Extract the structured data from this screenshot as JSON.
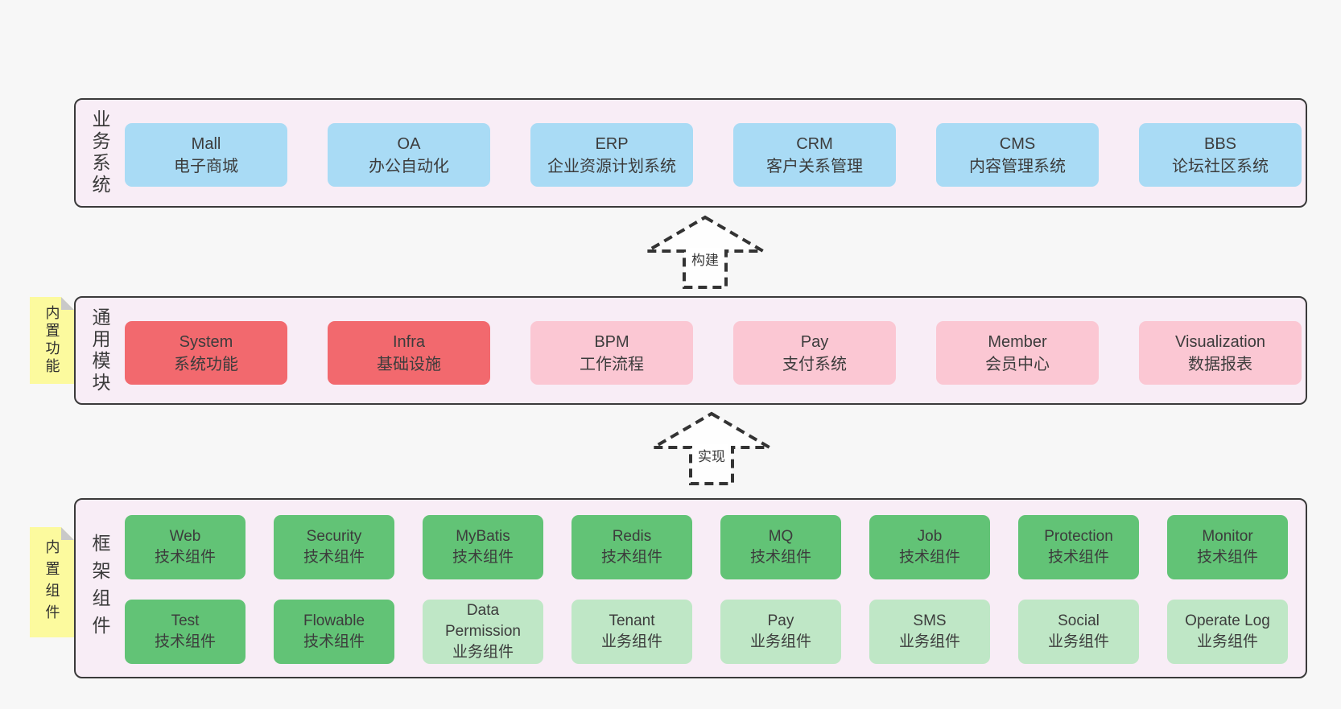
{
  "colors": {
    "page_background": "#f7f7f7",
    "panel_background": "#f8edf6",
    "panel_border": "#3a3a3a",
    "business_box": "#a9dbf5",
    "core_module_box": "#f2696e",
    "optional_module_box": "#fbc7d3",
    "tech_component_box": "#62c376",
    "biz_component_box": "#bfe7c6",
    "sticky_note": "#fcfa9e",
    "sticky_note_fold": "#c9c9c9"
  },
  "arrows": [
    {
      "label": "构建"
    },
    {
      "label": "实现"
    }
  ],
  "sections": [
    {
      "label": "业务系统",
      "boxes": [
        {
          "title": "Mall",
          "subtitle": "电子商城",
          "variant": "blue"
        },
        {
          "title": "OA",
          "subtitle": "办公自动化",
          "variant": "blue"
        },
        {
          "title": "ERP",
          "subtitle": "企业资源计划系统",
          "variant": "blue"
        },
        {
          "title": "CRM",
          "subtitle": "客户关系管理",
          "variant": "blue"
        },
        {
          "title": "CMS",
          "subtitle": "内容管理系统",
          "variant": "blue"
        },
        {
          "title": "BBS",
          "subtitle": "论坛社区系统",
          "variant": "blue"
        }
      ]
    },
    {
      "label": "通用模块",
      "note": "内置功能",
      "boxes": [
        {
          "title": "System",
          "subtitle": "系统功能",
          "variant": "red"
        },
        {
          "title": "Infra",
          "subtitle": "基础设施",
          "variant": "red"
        },
        {
          "title": "BPM",
          "subtitle": "工作流程",
          "variant": "pink"
        },
        {
          "title": "Pay",
          "subtitle": "支付系统",
          "variant": "pink"
        },
        {
          "title": "Member",
          "subtitle": "会员中心",
          "variant": "pink"
        },
        {
          "title": "Visualization",
          "subtitle": "数据报表",
          "variant": "pink"
        }
      ]
    },
    {
      "label": "框架组件",
      "note": "内置组件",
      "rows": [
        {
          "boxes": [
            {
              "title": "Web",
              "subtitle": "技术组件",
              "variant": "green"
            },
            {
              "title": "Security",
              "subtitle": "技术组件",
              "variant": "green"
            },
            {
              "title": "MyBatis",
              "subtitle": "技术组件",
              "variant": "green"
            },
            {
              "title": "Redis",
              "subtitle": "技术组件",
              "variant": "green"
            },
            {
              "title": "MQ",
              "subtitle": "技术组件",
              "variant": "green"
            },
            {
              "title": "Job",
              "subtitle": "技术组件",
              "variant": "green"
            },
            {
              "title": "Protection",
              "subtitle": "技术组件",
              "variant": "green"
            },
            {
              "title": "Monitor",
              "subtitle": "技术组件",
              "variant": "green"
            }
          ]
        },
        {
          "boxes": [
            {
              "title": "Test",
              "subtitle": "技术组件",
              "variant": "green"
            },
            {
              "title": "Flowable",
              "subtitle": "技术组件",
              "variant": "green"
            },
            {
              "title": "Data Permission",
              "subtitle": "业务组件",
              "variant": "lightgreen"
            },
            {
              "title": "Tenant",
              "subtitle": "业务组件",
              "variant": "lightgreen"
            },
            {
              "title": "Pay",
              "subtitle": "业务组件",
              "variant": "lightgreen"
            },
            {
              "title": "SMS",
              "subtitle": "业务组件",
              "variant": "lightgreen"
            },
            {
              "title": "Social",
              "subtitle": "业务组件",
              "variant": "lightgreen"
            },
            {
              "title": "Operate Log",
              "subtitle": "业务组件",
              "variant": "lightgreen"
            }
          ]
        }
      ]
    }
  ]
}
